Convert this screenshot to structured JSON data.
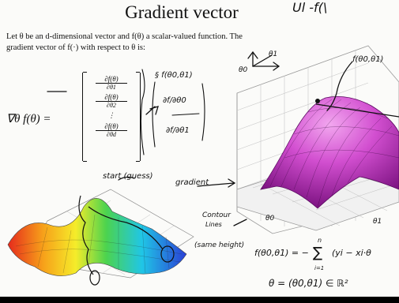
{
  "slide": {
    "title": "Gradient vector",
    "intro_line1": "Let θ be an d-dimensional vector and f(θ) a scalar-valued function. The",
    "intro_line2": "gradient vector of f(·) with respect to θ is:",
    "gradient_label": "∇θ f(θ) =",
    "matrix_entries": [
      {
        "num": "∂f(θ)",
        "den": "∂θ1"
      },
      {
        "num": "∂f(θ)",
        "den": "∂θ2"
      },
      {
        "num": "∂f(θ)",
        "den": "∂θd"
      }
    ],
    "vdots": "⋮"
  },
  "handwriting": {
    "top_scribble": "Ul  -f(\\",
    "axis_theta1": "θ1",
    "axis_theta0": "θ0",
    "f_theta_top": "§ f(θ0,θ1)",
    "partial_1": "∂f/∂θ0",
    "partial_2": "∂f/∂θ1",
    "f_label_right": "f(θ0,θ1)",
    "start_guess": "start (guess)",
    "gradient": "gradient",
    "contour": "Contour",
    "lines": "Lines",
    "same_height": "(same height)",
    "loss_f": "f(θ0,θ1) = −",
    "sum_top": "n",
    "sum_bottom": "i=1",
    "sum_term": "(yi − xi·θ",
    "theta_vec": "θ = (θ0,θ1) ∈ ℝ²",
    "theta0_tag": "θ0",
    "theta1_tag": "θ1"
  }
}
